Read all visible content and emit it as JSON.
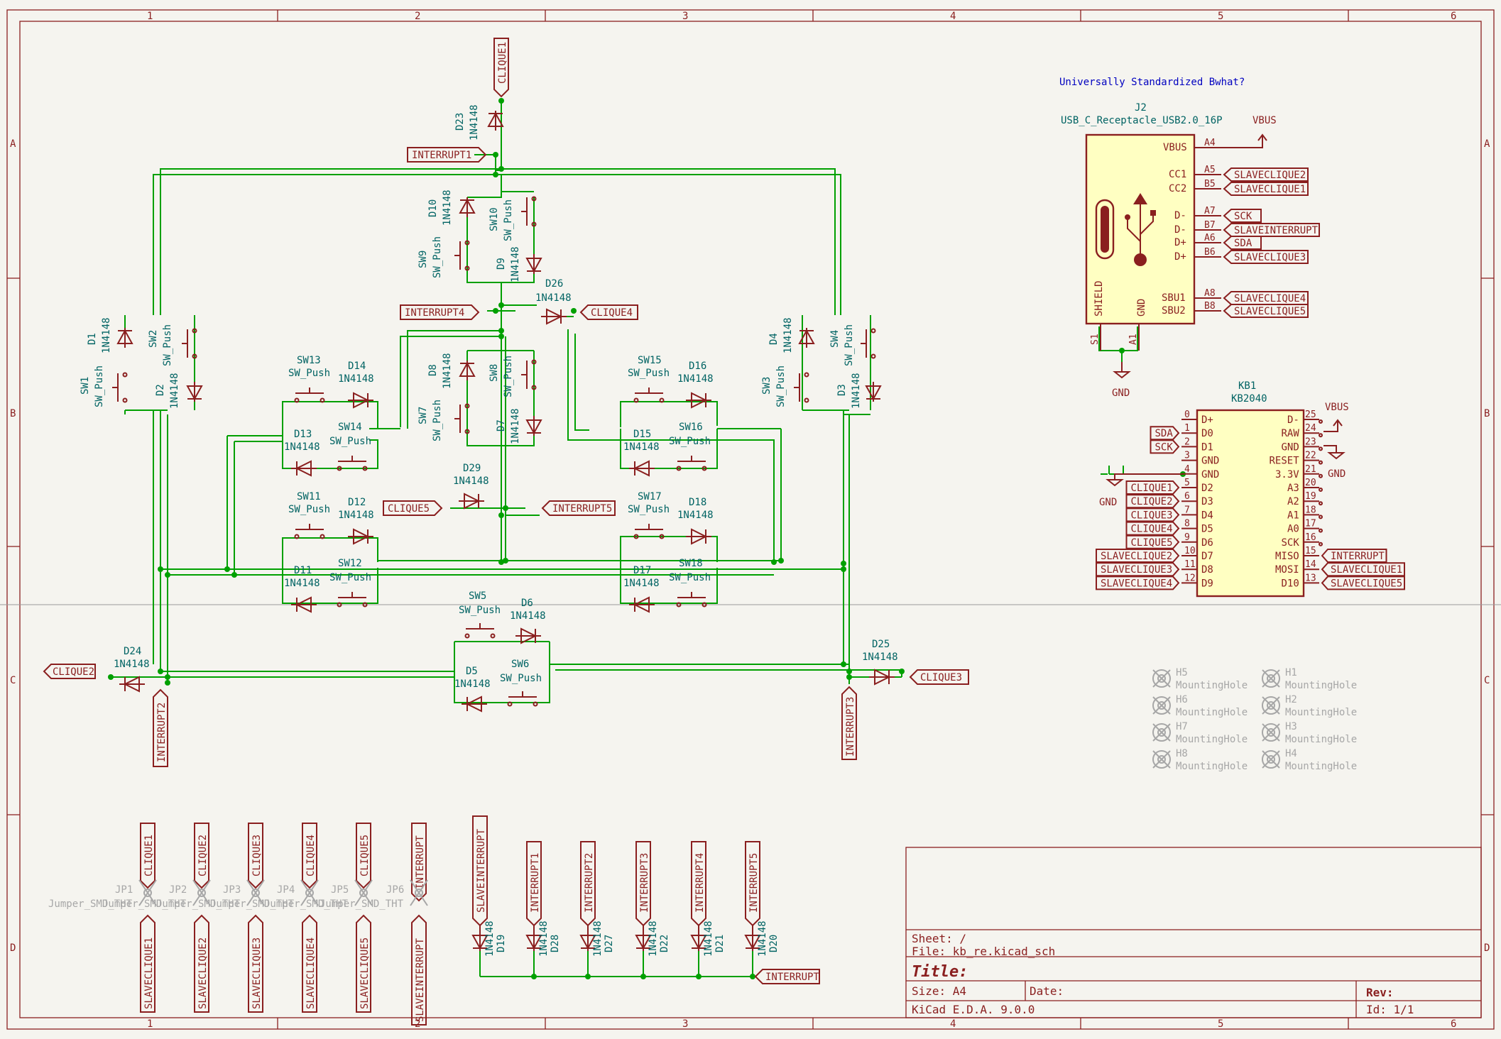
{
  "colors": {
    "background": "#f5f4ef",
    "frame": "#8a1f1f",
    "wire": "#00a000",
    "reference": "#006363",
    "symbol_fill": "#ffffc2",
    "disabled": "#a7a7a7",
    "note": "#0000c0"
  },
  "frame": {
    "columns": [
      "1",
      "2",
      "3",
      "4",
      "5",
      "6"
    ],
    "rows": [
      "A",
      "B",
      "C",
      "D"
    ]
  },
  "note_text": "Universally Standardized Bwhat?",
  "power": {
    "vbus": "VBUS",
    "gnd": "GND"
  },
  "connector": {
    "ref": "J2",
    "value": "USB_C_Receptacle_USB2.0_16P",
    "shield_label": "SHIELD",
    "gnd_label": "GND",
    "s1_pin": "S1",
    "a1_pin": "A1",
    "pins": [
      {
        "name": "VBUS",
        "num": "A4",
        "net": ""
      },
      {
        "name": "CC1",
        "num": "A5",
        "net": "SLAVECLIQUE2"
      },
      {
        "name": "CC2",
        "num": "B5",
        "net": "SLAVECLIQUE1"
      },
      {
        "name": "D-",
        "num": "A7",
        "net": "SCK"
      },
      {
        "name": "D-",
        "num": "B7",
        "net": "SLAVEINTERRUPT"
      },
      {
        "name": "D+",
        "num": "A6",
        "net": "SDA"
      },
      {
        "name": "D+",
        "num": "B6",
        "net": "SLAVECLIQUE3"
      },
      {
        "name": "SBU1",
        "num": "A8",
        "net": "SLAVECLIQUE4"
      },
      {
        "name": "SBU2",
        "num": "B8",
        "net": "SLAVECLIQUE5"
      }
    ]
  },
  "mcu": {
    "ref": "KB1",
    "value": "KB2040",
    "left": [
      {
        "num": "0",
        "name": "D+",
        "net": ""
      },
      {
        "num": "1",
        "name": "D0",
        "net": "SDA"
      },
      {
        "num": "2",
        "name": "D1",
        "net": "SCK"
      },
      {
        "num": "3",
        "name": "GND",
        "net": ""
      },
      {
        "num": "4",
        "name": "GND",
        "net": ""
      },
      {
        "num": "5",
        "name": "D2",
        "net": "CLIQUE1"
      },
      {
        "num": "6",
        "name": "D3",
        "net": "CLIQUE2"
      },
      {
        "num": "7",
        "name": "D4",
        "net": "CLIQUE3"
      },
      {
        "num": "8",
        "name": "D5",
        "net": "CLIQUE4"
      },
      {
        "num": "9",
        "name": "D6",
        "net": "CLIQUE5"
      },
      {
        "num": "10",
        "name": "D7",
        "net": "SLAVECLIQUE2"
      },
      {
        "num": "11",
        "name": "D8",
        "net": "SLAVECLIQUE3"
      },
      {
        "num": "12",
        "name": "D9",
        "net": "SLAVECLIQUE4"
      }
    ],
    "right": [
      {
        "num": "25",
        "name": "D-",
        "net": ""
      },
      {
        "num": "24",
        "name": "RAW",
        "net": ""
      },
      {
        "num": "23",
        "name": "GND",
        "net": ""
      },
      {
        "num": "22",
        "name": "RESET",
        "net": ""
      },
      {
        "num": "21",
        "name": "3.3V",
        "net": ""
      },
      {
        "num": "20",
        "name": "A3",
        "net": ""
      },
      {
        "num": "19",
        "name": "A2",
        "net": ""
      },
      {
        "num": "18",
        "name": "A1",
        "net": ""
      },
      {
        "num": "17",
        "name": "A0",
        "net": ""
      },
      {
        "num": "16",
        "name": "SCK",
        "net": ""
      },
      {
        "num": "15",
        "name": "MISO",
        "net": "INTERRUPT"
      },
      {
        "num": "14",
        "name": "MOSI",
        "net": "SLAVECLIQUE1"
      },
      {
        "num": "13",
        "name": "D10",
        "net": "SLAVECLIQUE5"
      }
    ]
  },
  "mounting_holes": [
    {
      "ref": "H5",
      "value": "MountingHole"
    },
    {
      "ref": "H1",
      "value": "MountingHole"
    },
    {
      "ref": "H6",
      "value": "MountingHole"
    },
    {
      "ref": "H2",
      "value": "MountingHole"
    },
    {
      "ref": "H7",
      "value": "MountingHole"
    },
    {
      "ref": "H3",
      "value": "MountingHole"
    },
    {
      "ref": "H8",
      "value": "MountingHole"
    },
    {
      "ref": "H4",
      "value": "MountingHole"
    }
  ],
  "switches": [
    {
      "ref": "SW1",
      "value": "SW_Push"
    },
    {
      "ref": "SW2",
      "value": "SW_Push"
    },
    {
      "ref": "SW3",
      "value": "SW_Push"
    },
    {
      "ref": "SW4",
      "value": "SW_Push"
    },
    {
      "ref": "SW5",
      "value": "SW_Push"
    },
    {
      "ref": "SW6",
      "value": "SW_Push"
    },
    {
      "ref": "SW7",
      "value": "SW_Push"
    },
    {
      "ref": "SW8",
      "value": "SW_Push"
    },
    {
      "ref": "SW9",
      "value": "SW_Push"
    },
    {
      "ref": "SW10",
      "value": "SW_Push"
    },
    {
      "ref": "SW11",
      "value": "SW_Push"
    },
    {
      "ref": "SW12",
      "value": "SW_Push"
    },
    {
      "ref": "SW13",
      "value": "SW_Push"
    },
    {
      "ref": "SW14",
      "value": "SW_Push"
    },
    {
      "ref": "SW15",
      "value": "SW_Push"
    },
    {
      "ref": "SW16",
      "value": "SW_Push"
    },
    {
      "ref": "SW17",
      "value": "SW_Push"
    },
    {
      "ref": "SW18",
      "value": "SW_Push"
    }
  ],
  "diodes": [
    {
      "ref": "D1",
      "value": "1N4148"
    },
    {
      "ref": "D2",
      "value": "1N4148"
    },
    {
      "ref": "D3",
      "value": "1N4148"
    },
    {
      "ref": "D4",
      "value": "1N4148"
    },
    {
      "ref": "D5",
      "value": "1N4148"
    },
    {
      "ref": "D6",
      "value": "1N4148"
    },
    {
      "ref": "D7",
      "value": "1N4148"
    },
    {
      "ref": "D8",
      "value": "1N4148"
    },
    {
      "ref": "D9",
      "value": "1N4148"
    },
    {
      "ref": "D10",
      "value": "1N4148"
    },
    {
      "ref": "D11",
      "value": "1N4148"
    },
    {
      "ref": "D12",
      "value": "1N4148"
    },
    {
      "ref": "D13",
      "value": "1N4148"
    },
    {
      "ref": "D14",
      "value": "1N4148"
    },
    {
      "ref": "D15",
      "value": "1N4148"
    },
    {
      "ref": "D16",
      "value": "1N4148"
    },
    {
      "ref": "D17",
      "value": "1N4148"
    },
    {
      "ref": "D18",
      "value": "1N4148"
    },
    {
      "ref": "D19",
      "value": "1N4148"
    },
    {
      "ref": "D20",
      "value": "1N4148"
    },
    {
      "ref": "D21",
      "value": "1N4148"
    },
    {
      "ref": "D22",
      "value": "1N4148"
    },
    {
      "ref": "D23",
      "value": "1N4148"
    },
    {
      "ref": "D24",
      "value": "1N4148"
    },
    {
      "ref": "D25",
      "value": "1N4148"
    },
    {
      "ref": "D26",
      "value": "1N4148"
    },
    {
      "ref": "D27",
      "value": "1N4148"
    },
    {
      "ref": "D28",
      "value": "1N4148"
    },
    {
      "ref": "D29",
      "value": "1N4148"
    }
  ],
  "nets": {
    "clique1": "CLIQUE1",
    "clique2": "CLIQUE2",
    "clique3": "CLIQUE3",
    "clique4": "CLIQUE4",
    "clique5": "CLIQUE5",
    "interrupt": "INTERRUPT",
    "interrupt1": "INTERRUPT1",
    "interrupt2": "INTERRUPT2",
    "interrupt3": "INTERRUPT3",
    "interrupt4": "INTERRUPT4",
    "interrupt5": "INTERRUPT5",
    "slaveinterrupt": "SLAVEINTERRUPT"
  },
  "jumpers": [
    {
      "ref": "JP1",
      "value": "Jumper_SMD_THT",
      "top": "CLIQUE1",
      "bottom": "SLAVECLIQUE1"
    },
    {
      "ref": "JP2",
      "value": "Jumper_SMD_THT",
      "top": "CLIQUE2",
      "bottom": "SLAVECLIQUE2"
    },
    {
      "ref": "JP3",
      "value": "Jumper_SMD_THT",
      "top": "CLIQUE3",
      "bottom": "SLAVECLIQUE3"
    },
    {
      "ref": "JP4",
      "value": "Jumper_SMD_THT",
      "top": "CLIQUE4",
      "bottom": "SLAVECLIQUE4"
    },
    {
      "ref": "JP5",
      "value": "Jumper_SMD_THT",
      "top": "CLIQUE5",
      "bottom": "SLAVECLIQUE5"
    },
    {
      "ref": "JP6",
      "value": "Jumper_SMD_THT",
      "top": "INTERRUPT",
      "bottom": "SLAVEINTERRUPT"
    }
  ],
  "or_diodes": [
    {
      "ref": "D19",
      "value": "1N4148",
      "net": "SLAVEINTERRUPT"
    },
    {
      "ref": "D28",
      "value": "1N4148",
      "net": "INTERRUPT1"
    },
    {
      "ref": "D27",
      "value": "1N4148",
      "net": "INTERRUPT2"
    },
    {
      "ref": "D22",
      "value": "1N4148",
      "net": "INTERRUPT3"
    },
    {
      "ref": "D21",
      "value": "1N4148",
      "net": "INTERRUPT4"
    },
    {
      "ref": "D20",
      "value": "1N4148",
      "net": "INTERRUPT5"
    }
  ],
  "title_block": {
    "sheet": "Sheet: /",
    "file": "File: kb_re.kicad_sch",
    "title": "Title:",
    "size": "Size: A4",
    "date": "Date:",
    "rev": "Rev:",
    "app": "KiCad E.D.A. 9.0.0",
    "id": "Id: 1/1"
  }
}
